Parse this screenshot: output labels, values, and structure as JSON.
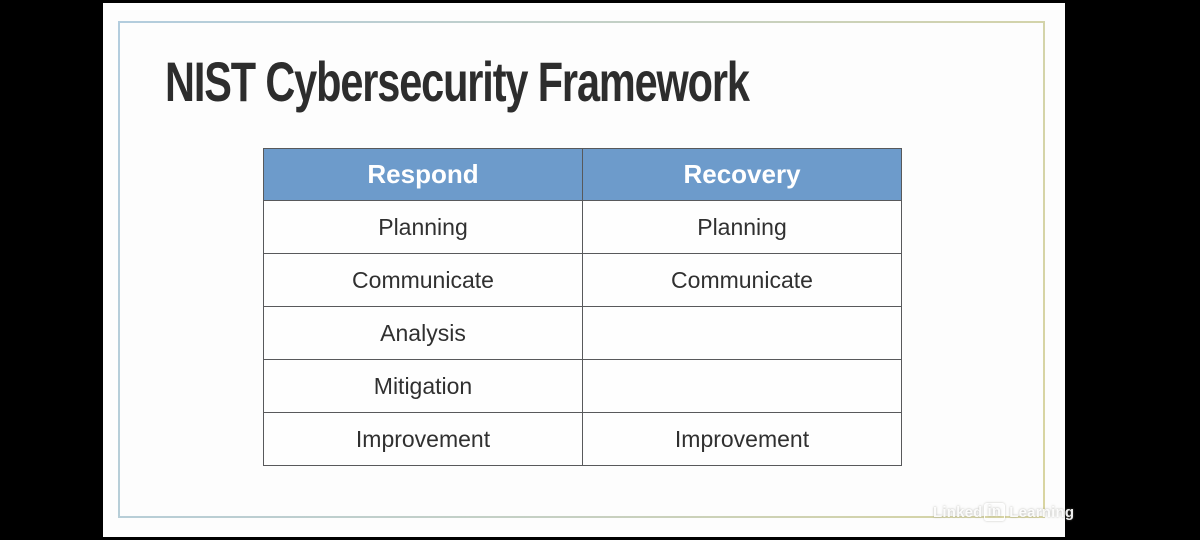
{
  "slide": {
    "title": "NIST Cybersecurity Framework",
    "table": {
      "headers": [
        "Respond",
        "Recovery"
      ],
      "rows": [
        [
          "Planning",
          "Planning"
        ],
        [
          "Communicate",
          "Communicate"
        ],
        [
          "Analysis",
          ""
        ],
        [
          "Mitigation",
          ""
        ],
        [
          "Improvement",
          "Improvement"
        ]
      ]
    }
  },
  "watermark": {
    "brand_prefix": "Linked",
    "brand_in": "in",
    "brand_suffix": "Learning"
  },
  "colors": {
    "letterbox": "#000000",
    "slide_background": "#fdfdfd",
    "title_text": "#2d2d2d",
    "header_background": "#6d9bcb",
    "header_text": "#ffffff",
    "cell_text": "#303030",
    "table_border": "#58595b",
    "frame_border_gradient_left": "#b3cdde",
    "frame_border_gradient_right": "#d9d5a1"
  }
}
